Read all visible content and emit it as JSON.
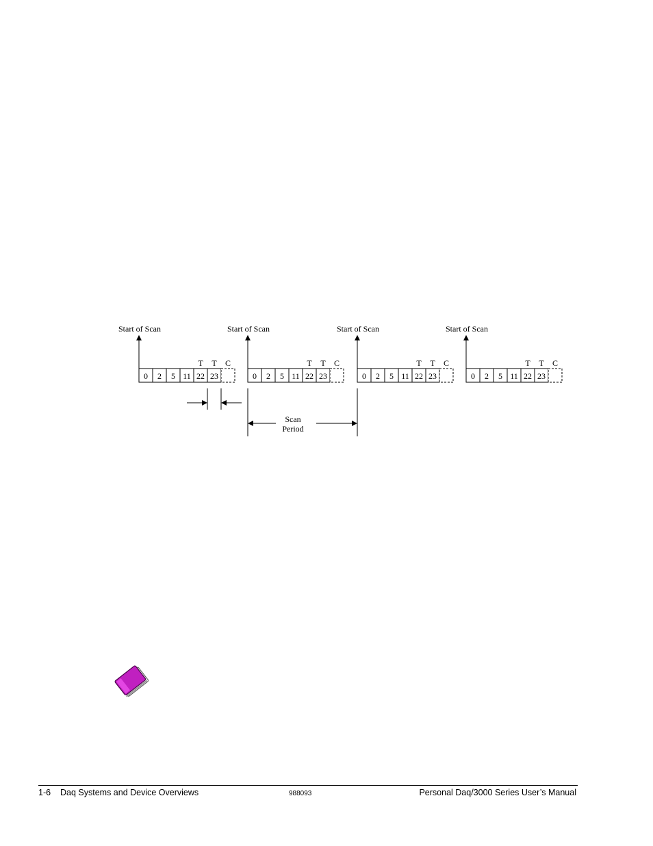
{
  "diagram": {
    "start_label": "Start of Scan",
    "channels": [
      "0",
      "2",
      "5",
      "11",
      "22",
      "23",
      ""
    ],
    "markers": [
      "T",
      "T",
      "C"
    ],
    "scan_period_label": [
      "Scan",
      "Period"
    ]
  },
  "footer": {
    "page_ref": "1-6",
    "section": "Daq Systems and Device Overviews",
    "doc_number": "988093",
    "manual_title": "Personal Daq/3000 Series User’s Manual"
  },
  "icons": {
    "reference_book": "book-icon"
  },
  "colors": {
    "book_cover": "#c020c0",
    "book_pages": "#f0f0f0"
  }
}
